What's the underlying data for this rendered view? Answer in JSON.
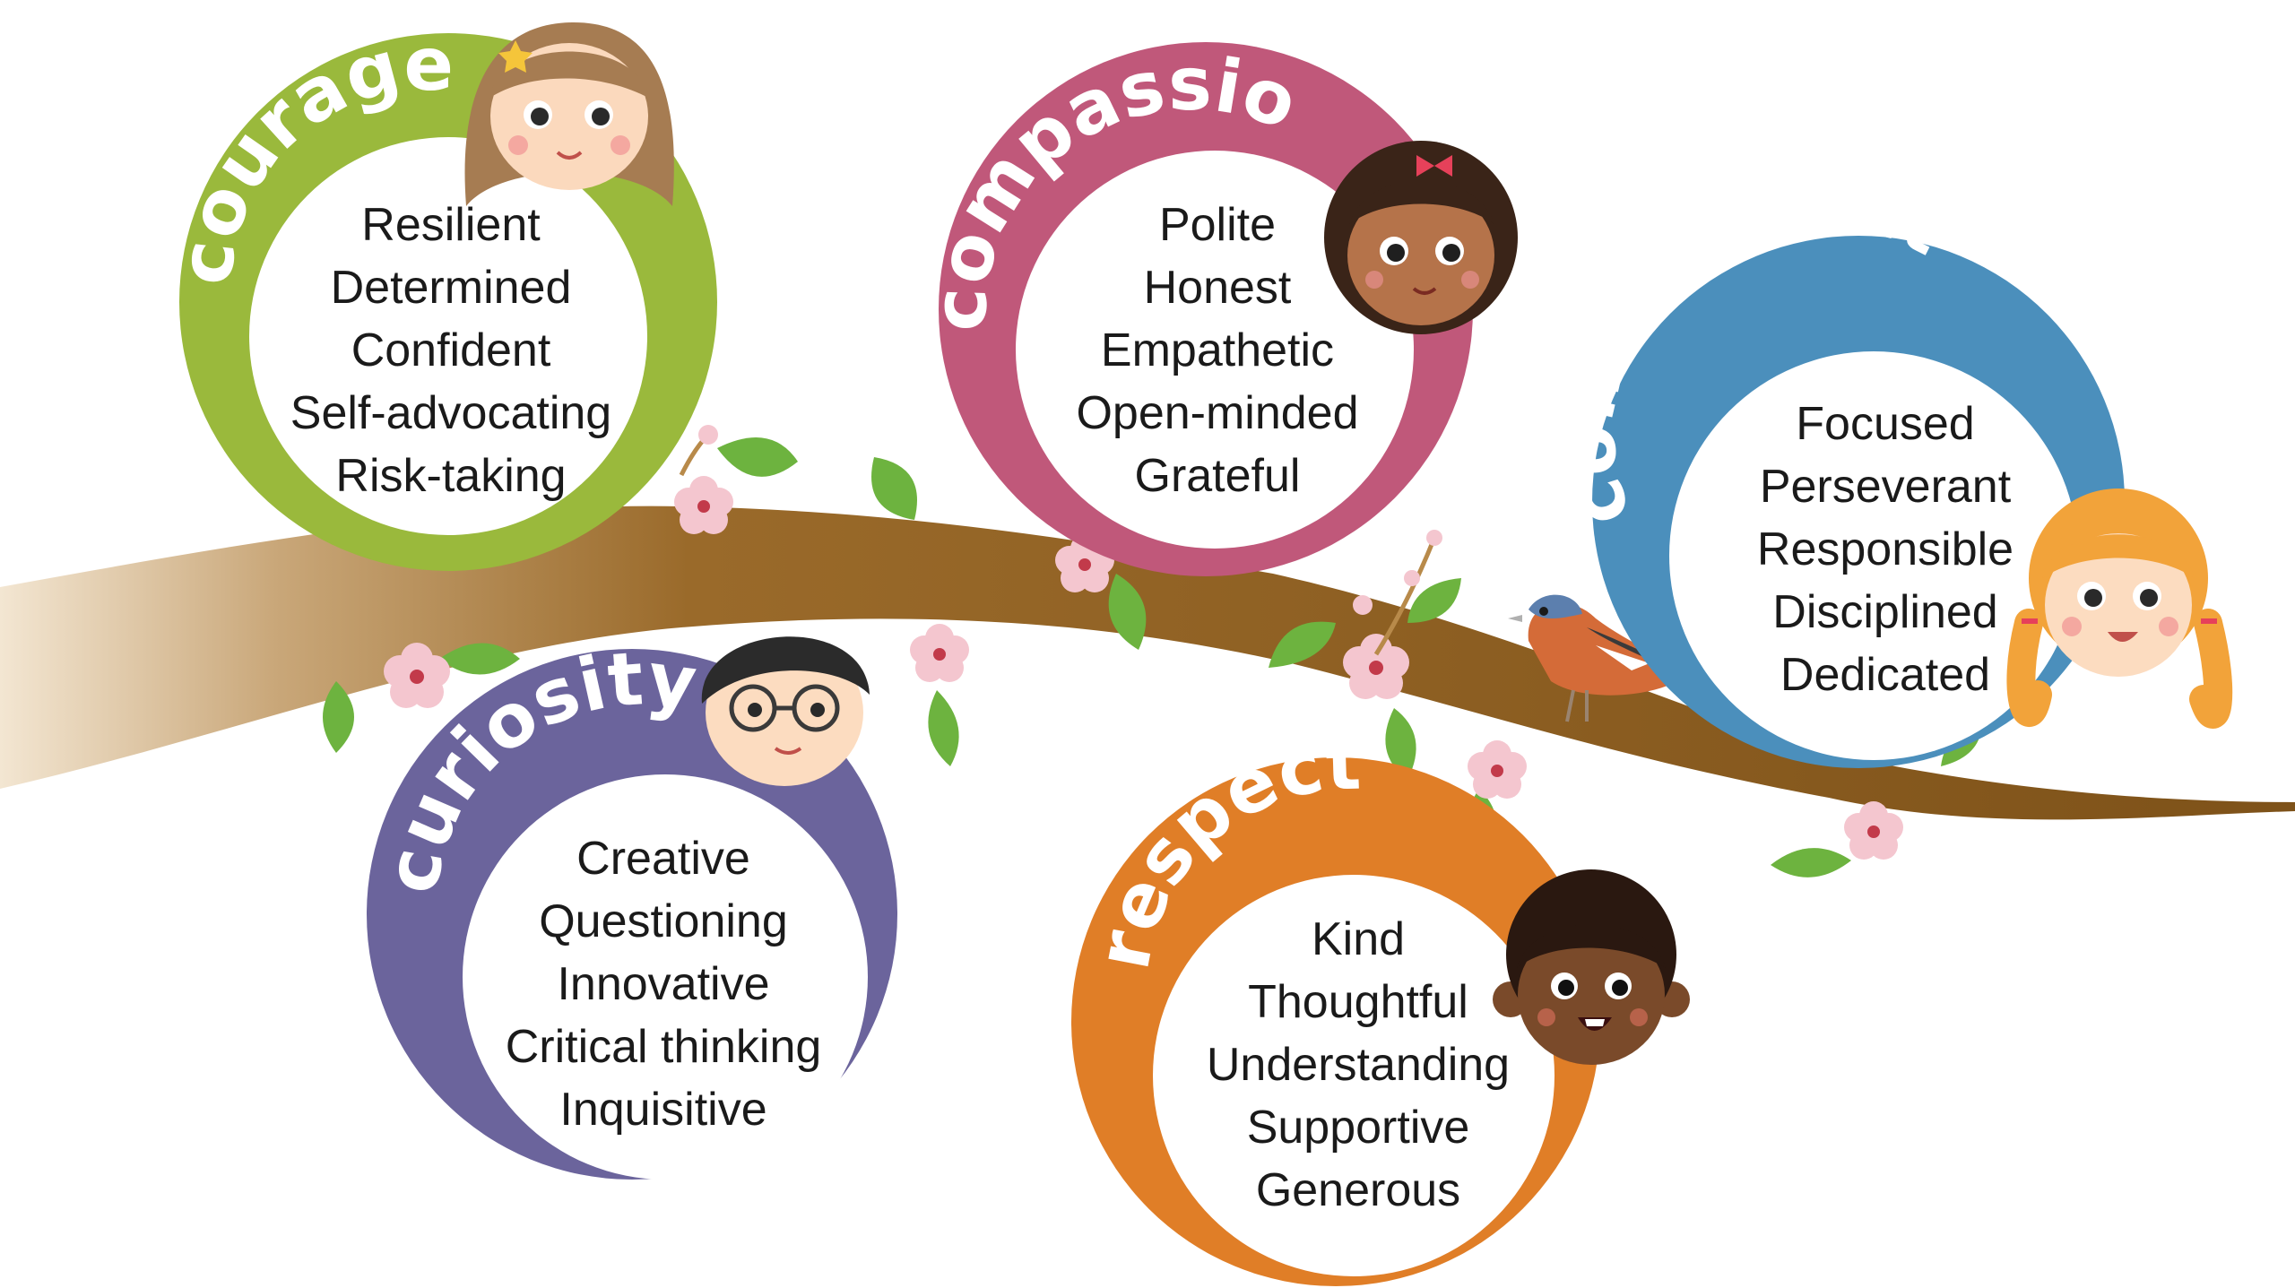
{
  "values": [
    {
      "id": "courage",
      "title": "courage",
      "color": "#9ab93c",
      "traits": [
        "Resilient",
        "Determined",
        "Confident",
        "Self-advocating",
        "Risk-taking"
      ],
      "character": "girl-with-brown-hair-and-star-clip"
    },
    {
      "id": "compassion",
      "title": "compassion",
      "color": "#c0587a",
      "traits": [
        "Polite",
        "Honest",
        "Empathetic",
        "Open-minded",
        "Grateful"
      ],
      "character": "girl-with-curly-hair-and-pink-bow"
    },
    {
      "id": "commitment",
      "title": "commitment",
      "color": "#4b8fbc",
      "traits": [
        "Focused",
        "Perseverant",
        "Responsible",
        "Disciplined",
        "Dedicated"
      ],
      "character": "girl-with-orange-braids"
    },
    {
      "id": "curiosity",
      "title": "curiosity",
      "color": "#6b649c",
      "traits": [
        "Creative",
        "Questioning",
        "Innovative",
        "Critical thinking",
        "Inquisitive"
      ],
      "character": "boy-with-glasses"
    },
    {
      "id": "respect",
      "title": "respect",
      "color": "#e07e27",
      "traits": [
        "Kind",
        "Thoughtful",
        "Understanding",
        "Supportive",
        "Generous"
      ],
      "character": "boy-with-curly-hair"
    }
  ],
  "decor": {
    "branch_color": "#8a5a1f",
    "leaf_color": "#6db33f",
    "blossom_color": "#f4c6cf",
    "bird": "chaffinch-bird-icon"
  }
}
